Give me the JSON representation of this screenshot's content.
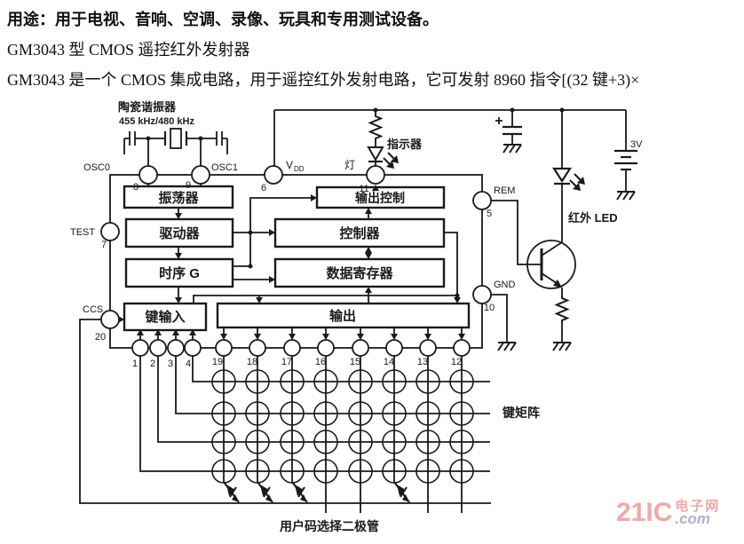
{
  "header": {
    "line1": "用途：用于电视、音响、空调、录像、玩具和专用测试设备。",
    "line2": "GM3043 型 CMOS 遥控红外发射器",
    "line3": "GM3043 是一个 CMOS 集成电路，用于遥控红外发射电路，它可发射 8960 指令[(32 键+3)×"
  },
  "diagram": {
    "resonator": {
      "title": "陶瓷谐振器",
      "freq": "455 kHz/480 kHz"
    },
    "blocks": {
      "oscillator": "振荡器",
      "driver": "驱动器",
      "timing": "时序 G",
      "key_input": "键输入",
      "output_control": "输出控制",
      "controller": "控制器",
      "data_register": "数据寄存器",
      "output": "输出"
    },
    "pins": {
      "osc0": {
        "label": "OSC0",
        "number": "8"
      },
      "osc1": {
        "label": "OSC1",
        "number": "9"
      },
      "vdd": {
        "label_main": "V",
        "label_sub": "DD",
        "number": "6"
      },
      "lamp": {
        "label": "灯",
        "number": "11"
      },
      "test": {
        "label": "TEST",
        "number": "7"
      },
      "ccs": {
        "label": "CCS",
        "number": "20"
      },
      "rem": {
        "label": "REM",
        "number": "5"
      },
      "gnd": {
        "label": "GND",
        "number": "10"
      },
      "key_input_pins": [
        "1",
        "2",
        "3",
        "4"
      ],
      "output_pins": [
        "19",
        "18",
        "17",
        "16",
        "15",
        "14",
        "13",
        "12"
      ]
    },
    "labels": {
      "indicator": "指示器",
      "ir_led": "红外 LED",
      "battery_voltage": "3V",
      "key_matrix": "键矩阵",
      "user_code_diodes": "用户码选择二极管"
    }
  },
  "watermark": {
    "brand": "21IC",
    "site": "电子网",
    "domain": ".com"
  },
  "colors": {
    "ink": "#1a1a1a",
    "watermark_pink": "#f2a8a8",
    "watermark_purple": "#b5add8"
  }
}
